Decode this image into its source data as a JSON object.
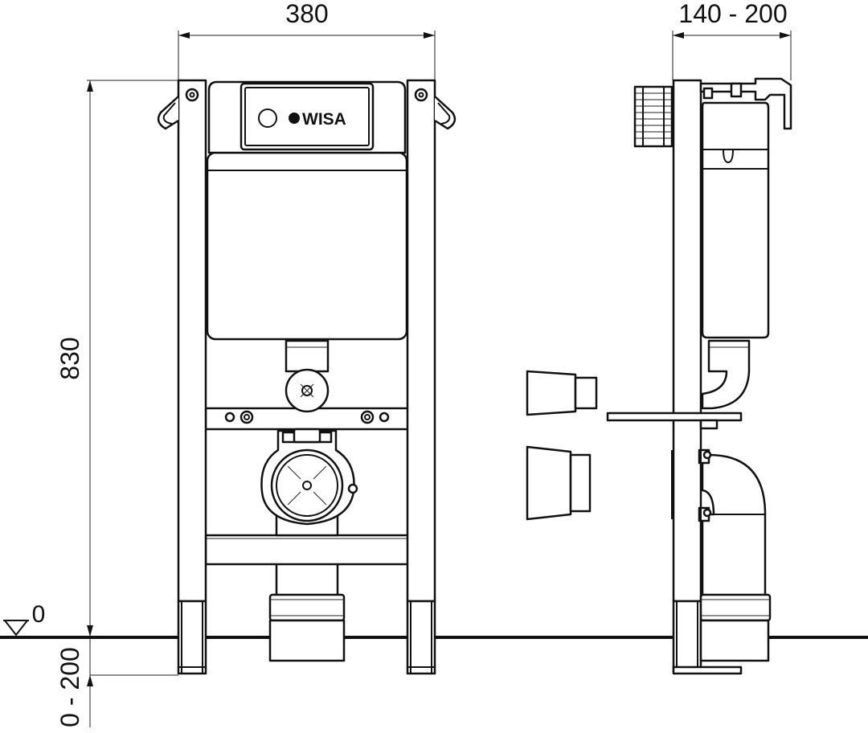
{
  "dimensions": {
    "width": "380",
    "depth": "140 - 200",
    "height": "830",
    "floor_offset": "0 - 200",
    "floor_level": "0"
  },
  "brand": {
    "logo_text": "WISA"
  }
}
